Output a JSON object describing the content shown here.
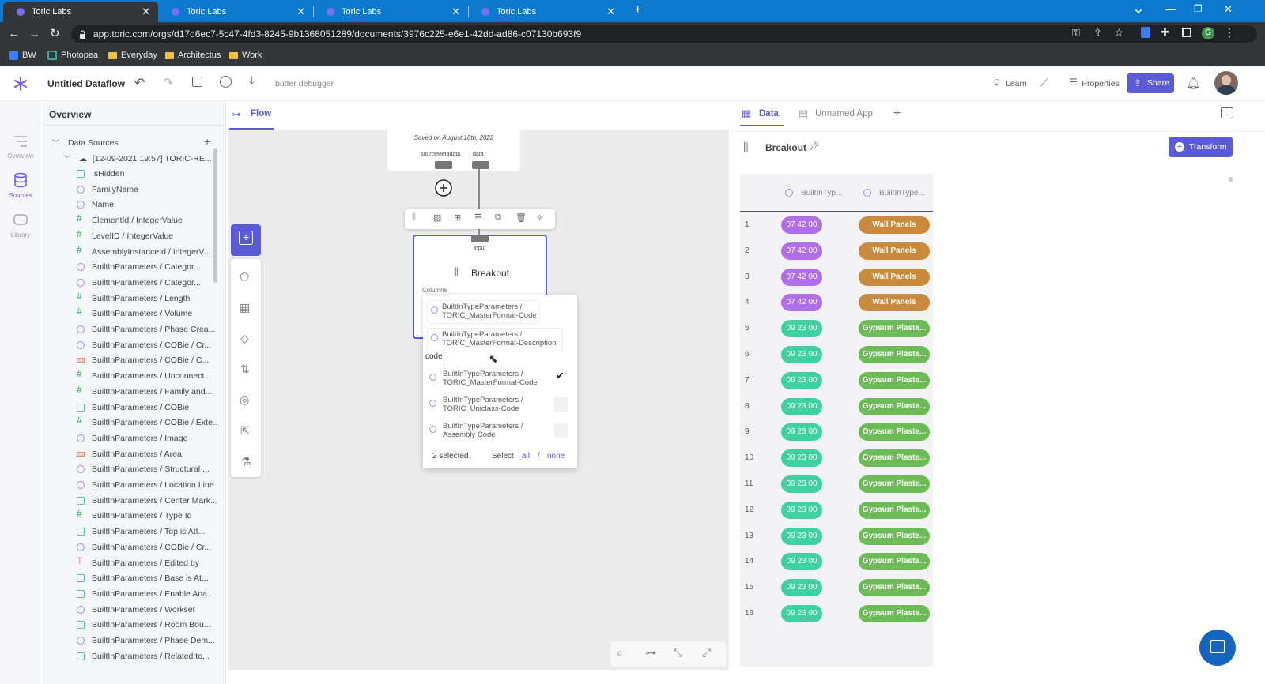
{
  "browser": {
    "tabs": [
      {
        "label": "Toric Labs"
      },
      {
        "label": "Toric Labs"
      },
      {
        "label": "Toric Labs"
      },
      {
        "label": "Toric Labs"
      }
    ],
    "url": "app.toric.com/orgs/d17d6ec7-5c47-4fd3-8245-9b1368051289/documents/3976c225-e6e1-42dd-ad86-c07130b693f9",
    "bookmarks": [
      {
        "label": "BW"
      },
      {
        "label": "Photopea"
      },
      {
        "label": "Everyday"
      },
      {
        "label": "Architectus"
      },
      {
        "label": "Work"
      }
    ],
    "profile_initial": "G"
  },
  "app": {
    "title": "Untitled Dataflow",
    "debugger": "butter debugger",
    "learn": "Learn",
    "properties": "Properties",
    "share": "Share",
    "accent": "#5b5bd6"
  },
  "rail": {
    "items": [
      {
        "label": "Overview"
      },
      {
        "label": "Sources"
      },
      {
        "label": "Library"
      }
    ]
  },
  "overview": {
    "title": "Overview",
    "section": "Data Sources",
    "source": "[12-09-2021 19:57] TORIC-RE...",
    "fields": [
      {
        "label": "IsHidden",
        "type": "check"
      },
      {
        "label": "FamilyName",
        "type": "circle"
      },
      {
        "label": "Name",
        "type": "circle"
      },
      {
        "label": "ElementId / IntegerValue",
        "type": "hash"
      },
      {
        "label": "LevelID / IntegerValue",
        "type": "hash"
      },
      {
        "label": "AssemblyInstanceId / IntegerV...",
        "type": "hash"
      },
      {
        "label": "BuiltInParameters / Categor...",
        "type": "circle"
      },
      {
        "label": "BuiltInParameters / Categor...",
        "type": "circle"
      },
      {
        "label": "BuiltInParameters / Length",
        "type": "hash"
      },
      {
        "label": "BuiltInParameters / Volume",
        "type": "hash"
      },
      {
        "label": "BuiltInParameters / Phase Crea...",
        "type": "circle"
      },
      {
        "label": "BuiltInParameters / COBie / Cr...",
        "type": "circle"
      },
      {
        "label": "BuiltInParameters / COBie / C...",
        "type": "bar"
      },
      {
        "label": "BuiltInParameters / Unconnect...",
        "type": "hash"
      },
      {
        "label": "BuiltInParameters / Family and...",
        "type": "hash"
      },
      {
        "label": "BuiltInParameters / COBie",
        "type": "check"
      },
      {
        "label": "BuiltInParameters / COBie / Exte...",
        "type": "hash"
      },
      {
        "label": "BuiltInParameters / Image",
        "type": "circle"
      },
      {
        "label": "BuiltInParameters / Area",
        "type": "bar"
      },
      {
        "label": "BuiltInParameters / Structural ...",
        "type": "circle"
      },
      {
        "label": "BuiltInParameters / Location Line",
        "type": "circle"
      },
      {
        "label": "BuiltInParameters / Center Mark...",
        "type": "check"
      },
      {
        "label": "BuiltInParameters / Type Id",
        "type": "hash"
      },
      {
        "label": "BuiltInParameters / Top is Att...",
        "type": "check"
      },
      {
        "label": "BuiltInParameters / COBie / Cr...",
        "type": "circle"
      },
      {
        "label": "BuiltInParameters / Edited by",
        "type": "text"
      },
      {
        "label": "BuiltInParameters / Base is At...",
        "type": "check"
      },
      {
        "label": "BuiltInParameters / Enable Ana...",
        "type": "check"
      },
      {
        "label": "BuiltInParameters / Workset",
        "type": "circle"
      },
      {
        "label": "BuiltInParameters / Room Bou...",
        "type": "check"
      },
      {
        "label": "BuiltInParameters / Phase Dem...",
        "type": "circle"
      },
      {
        "label": "BuiltInParameters / Related to...",
        "type": "check"
      }
    ]
  },
  "flow": {
    "tab": "Flow",
    "saved": "Saved on August 18th, 2022",
    "port_left": "sourceMetadata",
    "port_right": "data",
    "input_label": "input",
    "node_title": "Breakout",
    "columns_label": "Columns",
    "chips": [
      {
        "line1": "BuiltInTypeParameters /",
        "line2": "TORIC_MasterFormat-Code"
      },
      {
        "line1": "BuiltInTypeParameters /",
        "line2": "TORIC_MasterFormat-Description"
      }
    ],
    "search": "code",
    "options": [
      {
        "line1": "BuiltInTypeParameters /",
        "line2": "TORIC_MasterFormat-Code",
        "checked": true
      },
      {
        "line1": "BuiltInTypeParameters /",
        "line2": "TORIC_Uniclass-Code",
        "checked": false
      },
      {
        "line1": "BuiltInTypeParameters /",
        "line2": "Assembly Code",
        "checked": false
      }
    ],
    "selected_text": "2 selected.",
    "select_label": "Select",
    "all_label": "all",
    "slash": "/",
    "none_label": "none"
  },
  "right": {
    "tabs": [
      {
        "label": "Data"
      },
      {
        "label": "Unnamed App"
      }
    ],
    "title": "Breakout",
    "transform": "Transform",
    "col_headers": [
      "BuiltInTyp...",
      "BuiltInType..."
    ],
    "rows": [
      {
        "n": "1",
        "code": "07 42 00",
        "desc": "Wall Panels"
      },
      {
        "n": "2",
        "code": "07 42 00",
        "desc": "Wall Panels"
      },
      {
        "n": "3",
        "code": "07 42 00",
        "desc": "Wall Panels"
      },
      {
        "n": "4",
        "code": "07 42 00",
        "desc": "Wall Panels"
      },
      {
        "n": "5",
        "code": "09 23 00",
        "desc": "Gypsum Plaste..."
      },
      {
        "n": "6",
        "code": "09 23 00",
        "desc": "Gypsum Plaste..."
      },
      {
        "n": "7",
        "code": "09 23 00",
        "desc": "Gypsum Plaste..."
      },
      {
        "n": "8",
        "code": "09 23 00",
        "desc": "Gypsum Plaste..."
      },
      {
        "n": "9",
        "code": "09 23 00",
        "desc": "Gypsum Plaste..."
      },
      {
        "n": "10",
        "code": "09 23 00",
        "desc": "Gypsum Plaste..."
      },
      {
        "n": "11",
        "code": "09 23 00",
        "desc": "Gypsum Plaste..."
      },
      {
        "n": "12",
        "code": "09 23 00",
        "desc": "Gypsum Plaste..."
      },
      {
        "n": "13",
        "code": "09 23 00",
        "desc": "Gypsum Plaste..."
      },
      {
        "n": "14",
        "code": "09 23 00",
        "desc": "Gypsum Plaste..."
      },
      {
        "n": "15",
        "code": "09 23 00",
        "desc": "Gypsum Plaste..."
      },
      {
        "n": "16",
        "code": "09 23 00",
        "desc": "Gypsum Plaste..."
      }
    ],
    "colors": {
      "purple": "#b06ee8",
      "teal": "#3fd1a0",
      "brown": "#c98a3e",
      "green": "#6dbb57"
    }
  }
}
